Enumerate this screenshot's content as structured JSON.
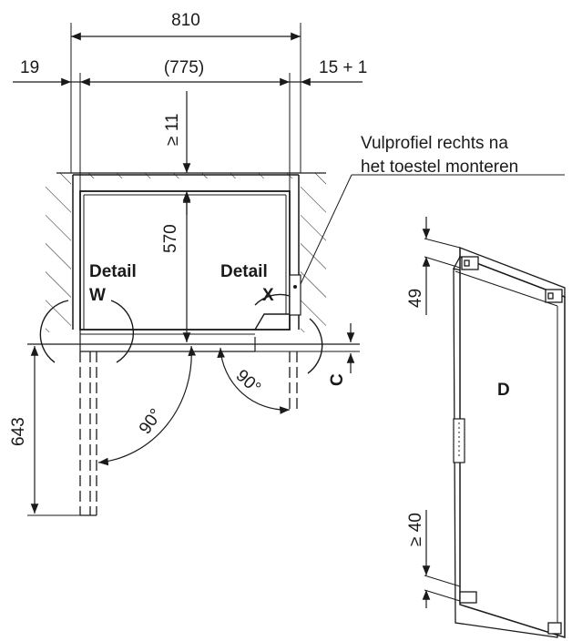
{
  "dimensions": {
    "overall_width": "810",
    "left_gap": "19",
    "inner_width": "(775)",
    "right_gap": "15 + 1",
    "top_gap": "≥ 11",
    "depth": "570",
    "door_swing": "643",
    "door_top_gap": "49",
    "door_bottom_gap": "≥ 40"
  },
  "labels": {
    "detail_w_line1": "Detail",
    "detail_w_line2": "W",
    "detail_x_line1": "Detail",
    "detail_x_line2": "X",
    "callout_line1": "Vulprofiel rechts na",
    "callout_line2": "het toestel monteren",
    "dimension_c": "C",
    "door_label": "D"
  },
  "angles": {
    "left_door": "90°",
    "right_door": "90°"
  }
}
